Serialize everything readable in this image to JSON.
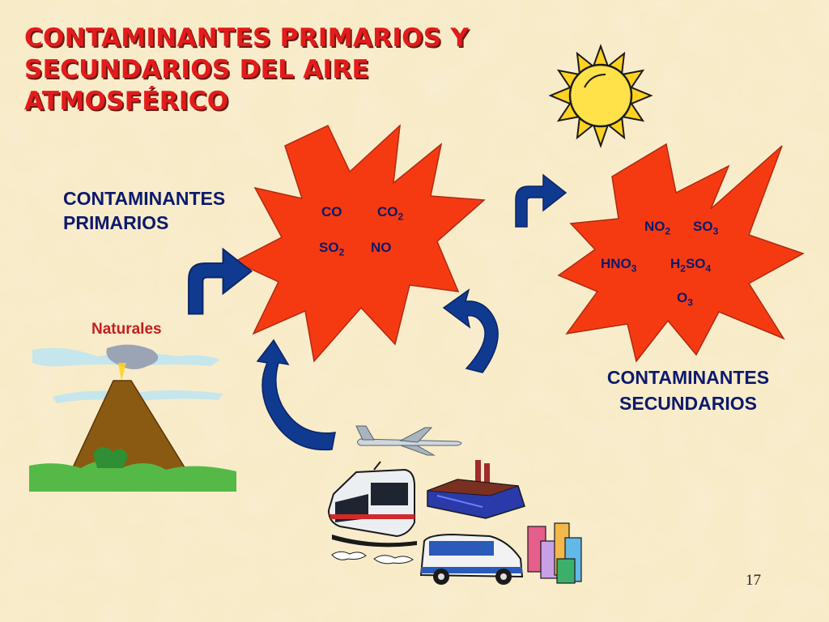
{
  "title": [
    "CONTAMINANTES PRIMARIOS Y",
    "SECUNDARIOS DEL AIRE",
    "ATMOSFÉRICO"
  ],
  "primary": {
    "label": [
      "CONTAMINANTES",
      "PRIMARIOS"
    ],
    "pollutants": {
      "co": "CO",
      "co2": {
        "base": "CO",
        "sub": "2"
      },
      "so2": {
        "base": "SO",
        "sub": "2"
      },
      "no": "NO"
    }
  },
  "secondary": {
    "label": [
      "CONTAMINANTES",
      "SECUNDARIOS"
    ],
    "pollutants": {
      "no2": {
        "base": "NO",
        "sub": "2"
      },
      "so3": {
        "base": "SO",
        "sub": "3"
      },
      "hno3": {
        "base": "HNO",
        "sub": "3"
      },
      "h2so4": {
        "pre": "H",
        "sub1": "2",
        "base": "SO",
        "sub": "4"
      },
      "o3": {
        "base": "O",
        "sub": "3"
      }
    }
  },
  "sources": {
    "natural_label": "Naturales"
  },
  "page_number": "17",
  "colors": {
    "title": "#e31b1b",
    "label": "#0c1a6b",
    "burst": "#f53a12",
    "arrow": "#0f3a8f",
    "sun": "#ffd21f",
    "background": "#f7e9c4"
  }
}
